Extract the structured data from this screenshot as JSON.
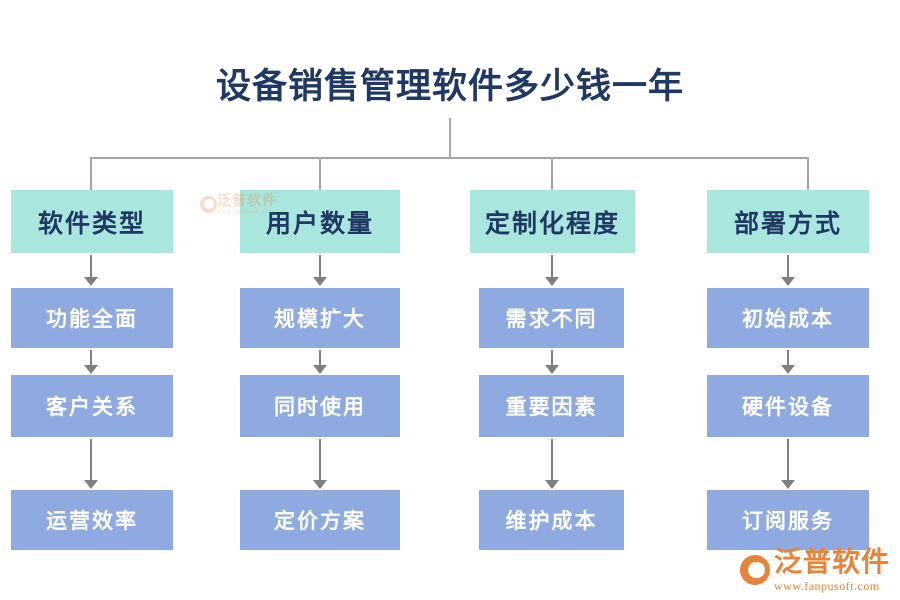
{
  "title": "设备销售管理软件多少钱一年",
  "colors": {
    "title_text": "#1f3864",
    "header_box_bg": "#a8e6de",
    "header_box_text": "#1f3864",
    "sub_box_bg": "#8faae0",
    "sub_box_text": "#ffffff",
    "connector": "#a6a6a6",
    "arrow": "#808080",
    "logo": "#e8833a",
    "background": "#ffffff"
  },
  "columns": [
    {
      "header": "软件类型",
      "items": [
        "功能全面",
        "客户关系",
        "运营效率"
      ]
    },
    {
      "header": "用户数量",
      "items": [
        "规模扩大",
        "同时使用",
        "定价方案"
      ]
    },
    {
      "header": "定制化程度",
      "items": [
        "需求不同",
        "重要因素",
        "维护成本"
      ]
    },
    {
      "header": "部署方式",
      "items": [
        "初始成本",
        "硬件设备",
        "订阅服务"
      ]
    }
  ],
  "watermark": {
    "brand": "泛普软件",
    "url": "www.fanpusoft.com"
  }
}
